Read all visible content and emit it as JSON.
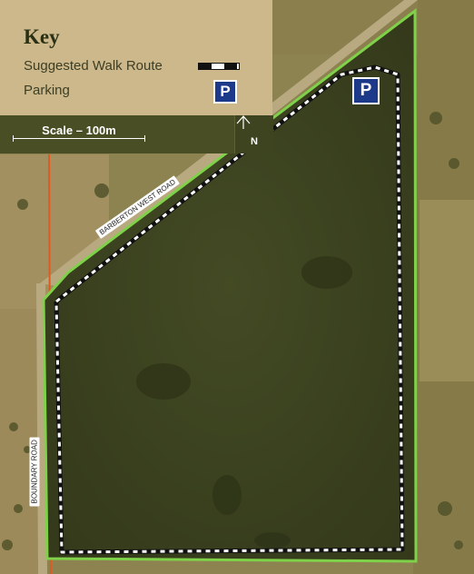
{
  "key": {
    "title": "Key",
    "walk_route_label": "Suggested Walk Route",
    "parking_label": "Parking",
    "parking_symbol": "P"
  },
  "scale": {
    "label": "Scale – 100m",
    "north_label": "N"
  },
  "roads": {
    "barberton": "BARBERTON WEST ROAD",
    "boundary": "BOUNDARY ROAD"
  },
  "map_parking_symbol": "P",
  "colors": {
    "key_background": "#cdb88c",
    "scale_background": "#4a4e25",
    "boundary_line": "#7fd14a",
    "walk_route_dash": "#ffffff",
    "walk_route_outline": "#111111",
    "parking_sign": "#1d3a8a",
    "fence_line": "#e05a1f"
  }
}
